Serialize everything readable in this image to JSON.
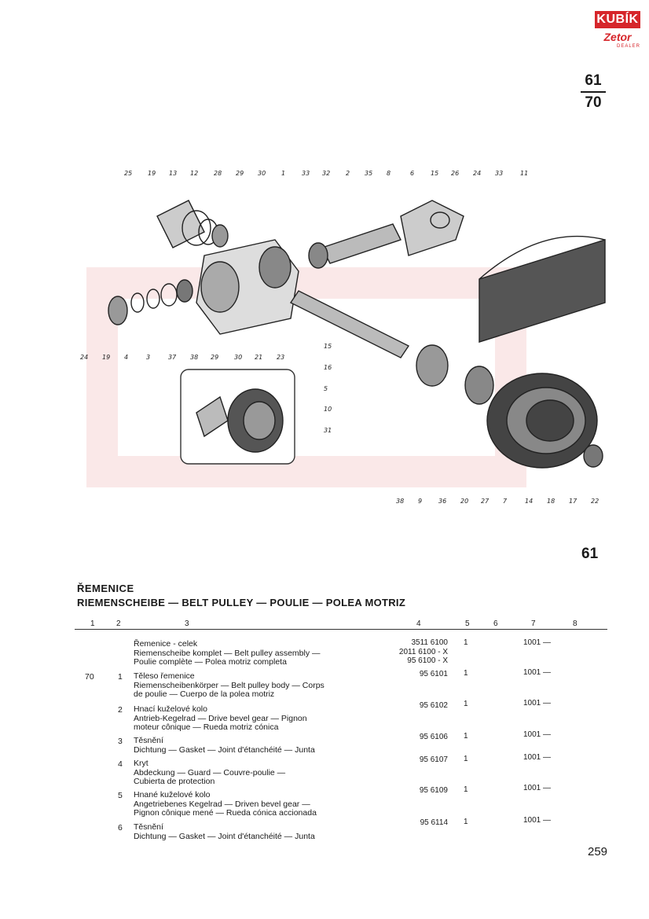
{
  "logo": {
    "brand": "KUBÍK",
    "sub": "Zetor",
    "sub2": "DEALER"
  },
  "fraction": {
    "top": "61",
    "bottom": "70"
  },
  "diagram_labels": {
    "top_row": [
      "25",
      "19",
      "13",
      "12",
      "28",
      "29",
      "30",
      "1",
      "33",
      "32",
      "2",
      "35",
      "8",
      "6",
      "15",
      "26",
      "24",
      "33",
      "11"
    ],
    "left_row": [
      "24",
      "19",
      "4",
      "3",
      "37",
      "38",
      "29",
      "30",
      "21",
      "23"
    ],
    "middle": [
      "15",
      "16",
      "5",
      "10",
      "31"
    ],
    "bottom_row": [
      "38",
      "9",
      "36",
      "20",
      "27",
      "7",
      "14",
      "18",
      "17",
      "22"
    ]
  },
  "section_number": "61",
  "title_cz": "ŘEMENICE",
  "title_multi": "RIEMENSCHEIBE — BELT PULLEY — POULIE — POLEA MOTRIZ",
  "columns": [
    "1",
    "2",
    "3",
    "4",
    "5",
    "6",
    "7",
    "8"
  ],
  "rows": [
    {
      "grp": "",
      "pos": "",
      "lines": [
        "Řemenice - celek",
        "Riemenscheibe komplet — Belt pulley assembly —",
        "Poulie complète — Polea motriz completa"
      ],
      "pn": [
        "3511 6100",
        "2011 6100 - X",
        "95 6100 - X"
      ],
      "qty": "1",
      "col7": "1001 —"
    },
    {
      "grp": "70",
      "pos": "1",
      "lines": [
        "Těleso řemenice",
        "Riemenscheibenkörper — Belt pulley body — Corps",
        "de poulie — Cuerpo de la polea motriz"
      ],
      "pn": [
        "95 6101"
      ],
      "qty": "1",
      "col7": "1001 —"
    },
    {
      "grp": "",
      "pos": "2",
      "lines": [
        "Hnací kuželové kolo",
        "Antrieb-Kegelrad — Drive bevel gear — Pignon",
        "moteur cônique — Rueda motriz cónica"
      ],
      "pn": [
        "95 6102"
      ],
      "qty": "1",
      "col7": "1001 —"
    },
    {
      "grp": "",
      "pos": "3",
      "lines": [
        "Těsnění",
        "Dichtung — Gasket — Joint d'étanchéité — Junta"
      ],
      "pn": [
        "95 6106"
      ],
      "qty": "1",
      "col7": "1001 —"
    },
    {
      "grp": "",
      "pos": "4",
      "lines": [
        "Kryt",
        "Abdeckung — Guard — Couvre-poulie —",
        "Cubierta de protection"
      ],
      "pn": [
        "95 6107"
      ],
      "qty": "1",
      "col7": "1001 —"
    },
    {
      "grp": "",
      "pos": "5",
      "lines": [
        "Hnané kuželové kolo",
        "Angetriebenes Kegelrad — Driven bevel gear —",
        "Pignon cônique mené — Rueda cónica accionada"
      ],
      "pn": [
        "95 6109"
      ],
      "qty": "1",
      "col7": "1001 —"
    },
    {
      "grp": "",
      "pos": "6",
      "lines": [
        "Těsnění",
        "Dichtung — Gasket — Joint d'étanchéité — Junta"
      ],
      "pn": [
        "95 6114"
      ],
      "qty": "1",
      "col7": "1001 —"
    }
  ],
  "page_number": "259"
}
